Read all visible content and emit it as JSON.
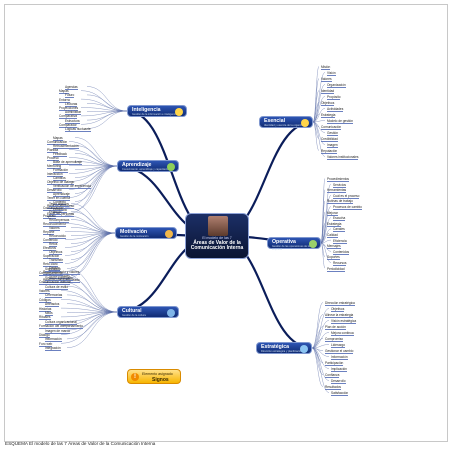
{
  "caption": "ESQUEMA El modelo de las 7 Áreas de Valor de la Comunicación Interna",
  "center": {
    "quote": "El modelo de las 7",
    "title": "Áreas de Valor de la Comunicación Interna"
  },
  "branches": {
    "inteligencia": {
      "title": "Inteligencia",
      "subtitle": "Gestión de la información e inteligencia"
    },
    "aprendizaje": {
      "title": "Aprendizaje",
      "subtitle": "Conocimiento, aprendizaje y capacitación"
    },
    "motivacion": {
      "title": "Motivación",
      "subtitle": "Gestión de la motivación"
    },
    "cultural": {
      "title": "Cultural",
      "subtitle": "Gestión de la cultura"
    },
    "esencial": {
      "title": "Esencial",
      "subtitle": "Identidad y esencia de la organización"
    },
    "operativa": {
      "title": "Operativa",
      "subtitle": "Gestión de las operaciones de la empresa"
    },
    "estrategica": {
      "title": "Estratégica",
      "subtitle": "Dirección estratégica y planificación"
    }
  },
  "note": {
    "line1": "Elemento asignado",
    "line2": "Signos",
    "icon": "!"
  },
  "leaves": {
    "inteligencia": [
      "Agendas",
      "Mapas",
      "Futuro",
      "Entorno",
      "Lecturas",
      "Proyecciones",
      "Administrar",
      "Comparativa",
      "Estructura",
      "Comparador",
      "Lógicas fluctuante"
    ],
    "aprendizaje": [
      "Mapas",
      "Comunicación",
      "Retroalimentación",
      "Plantilla",
      "Feedback",
      "Proceso",
      "Base de aprendizaje",
      "Mentoring",
      "Formación",
      "Interacción",
      "Cambios",
      "Objetivo de diálogo",
      "Verificación de experiencia",
      "Desarrollo",
      "Aprendizaje",
      "Tener en cuenta",
      "Contexto",
      "Realizar el proceso",
      "Eficiencia",
      "Elegir las personas"
    ],
    "motivacion": [
      "Tener ángulos",
      "Comunicación",
      "Estímulo",
      "Proyecto",
      "Recompensas",
      "Reconocimiento",
      "Valores",
      "Reporte",
      "Reconocido",
      "Contenido",
      "Retos",
      "Efectivos",
      "Objetivos",
      "Superación",
      "Transmitir",
      "Reto claro",
      "Empleo",
      "Reconocimiento y valores",
      "Retos eficaces",
      "Relación con el empleado"
    ],
    "cultural": [
      "Significado",
      "Comportamiento",
      "Símbolo significado",
      "Comunicación cultural",
      "Cultura de estilo",
      "Valores",
      "Ceremonias",
      "Códigos",
      "Artefactos",
      "Historias",
      "Mitos",
      "Rituales",
      "Cultura organizacional",
      "Formación del comportamiento",
      "Imagen de marca",
      "Diálogo",
      "Información",
      "Foro web",
      "Integración"
    ],
    "esencial": [
      "Misión",
      "Visión",
      "Valores",
      "Organización",
      "Identidad",
      "Propósito",
      "Objetivos",
      "Actividades",
      "Estrategia",
      "Modelo de gestión",
      "Comunicación",
      "Gestión",
      "Credibilidad",
      "Imagen",
      "Reputación",
      "Valores institucionales"
    ],
    "operativa": [
      "Procedimientos",
      "Servicios",
      "Herramientas",
      "Cuál es el proceso",
      "Rutinas de trabajo",
      "Procesos de cambio",
      "Mejorar",
      "Escucha",
      "Estrategia",
      "Canales",
      "Calidad",
      "Eficiencia",
      "Mensajes",
      "Contenidos",
      "Soportes",
      "Recursos",
      "Periodicidad"
    ],
    "estrategica": [
      "Dirección estratégica",
      "Objetivos",
      "Alinear la estrategia",
      "Visión estratégica",
      "Plan de acción",
      "Mejora continua",
      "Compromiso",
      "Liderazgo",
      "Gestionar el cambio",
      "Información",
      "Participación",
      "Implicación",
      "Confianza",
      "Desarrollo",
      "Resultados",
      "Satisfacción"
    ]
  }
}
